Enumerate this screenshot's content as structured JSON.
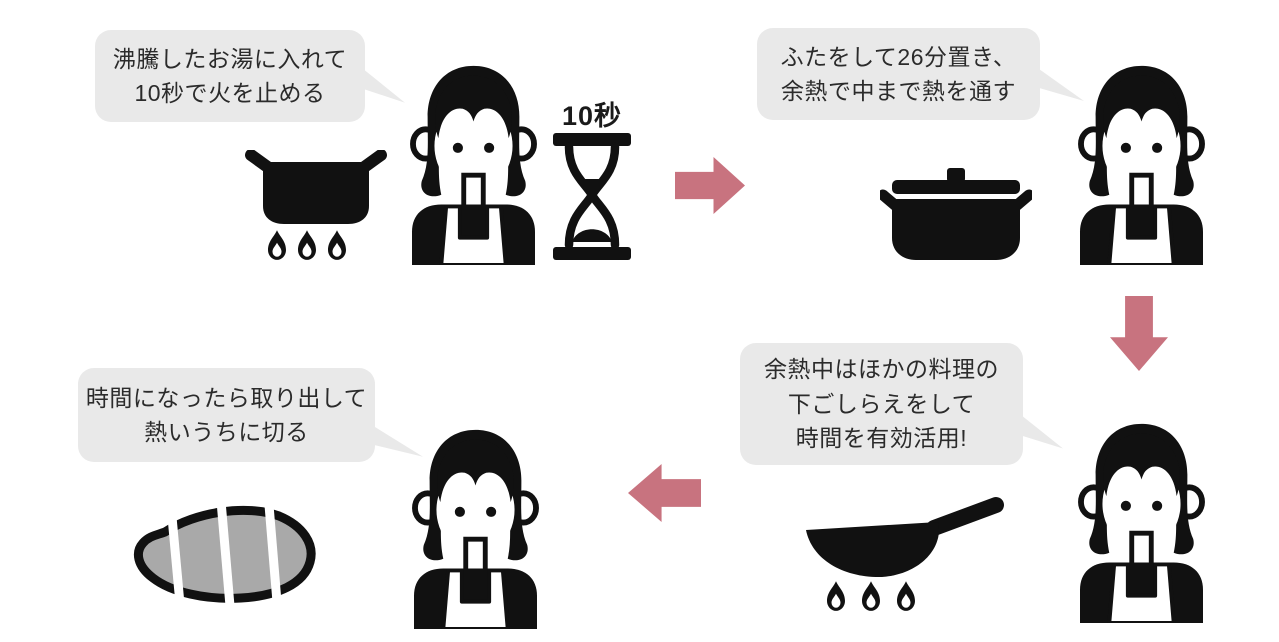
{
  "colors": {
    "background": "#ffffff",
    "bubble_bg": "#e9e9e9",
    "icon_black": "#111111",
    "arrow_rose": "#c8737f",
    "meat_gray": "#a9a9a9",
    "text": "#2b2b2b"
  },
  "steps": [
    {
      "position": "top-left",
      "bubble_lines": [
        "沸騰したお湯に入れて",
        "10秒で火を止める"
      ],
      "icons": [
        "pot-on-stove",
        "woman-cook",
        "hourglass"
      ],
      "hourglass_label": "10秒"
    },
    {
      "position": "top-right",
      "bubble_lines": [
        "ふたをして26分置き、",
        "余熱で中まで熱を通す"
      ],
      "icons": [
        "pot-with-lid",
        "woman-cook"
      ]
    },
    {
      "position": "bottom-right",
      "bubble_lines": [
        "余熱中はほかの料理の",
        "下ごしらえをして",
        "時間を有効活用!"
      ],
      "icons": [
        "frying-pan-on-stove",
        "woman-cook"
      ]
    },
    {
      "position": "bottom-left",
      "bubble_lines": [
        "時間になったら取り出して",
        "熱いうちに切る"
      ],
      "icons": [
        "sliced-meat",
        "woman-cook"
      ]
    }
  ],
  "arrows": [
    {
      "direction": "right",
      "from": "step1",
      "to": "step2"
    },
    {
      "direction": "down",
      "from": "step2",
      "to": "step3"
    },
    {
      "direction": "left",
      "from": "step3",
      "to": "step4"
    }
  ]
}
